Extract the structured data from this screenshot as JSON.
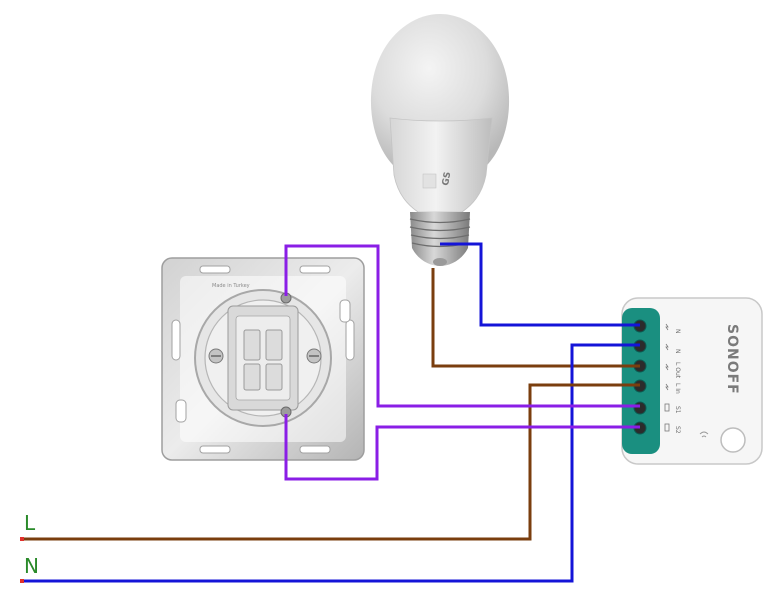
{
  "labels": {
    "line": "L",
    "neutral": "N"
  },
  "module": {
    "brand": "SONOFF",
    "terminals": [
      "N",
      "N",
      "L Out",
      "L In",
      "S1",
      "S2"
    ]
  },
  "switch": {
    "stamp": "Made in Turkey"
  },
  "bulb": {
    "marking": "GS"
  },
  "colors": {
    "line_wire": "#7a3e0e",
    "neutral_wire": "#1414d8",
    "switch_wire": "#8a1ee6",
    "terminal": "#1a8f80",
    "label_green": "#2a8a2a"
  }
}
